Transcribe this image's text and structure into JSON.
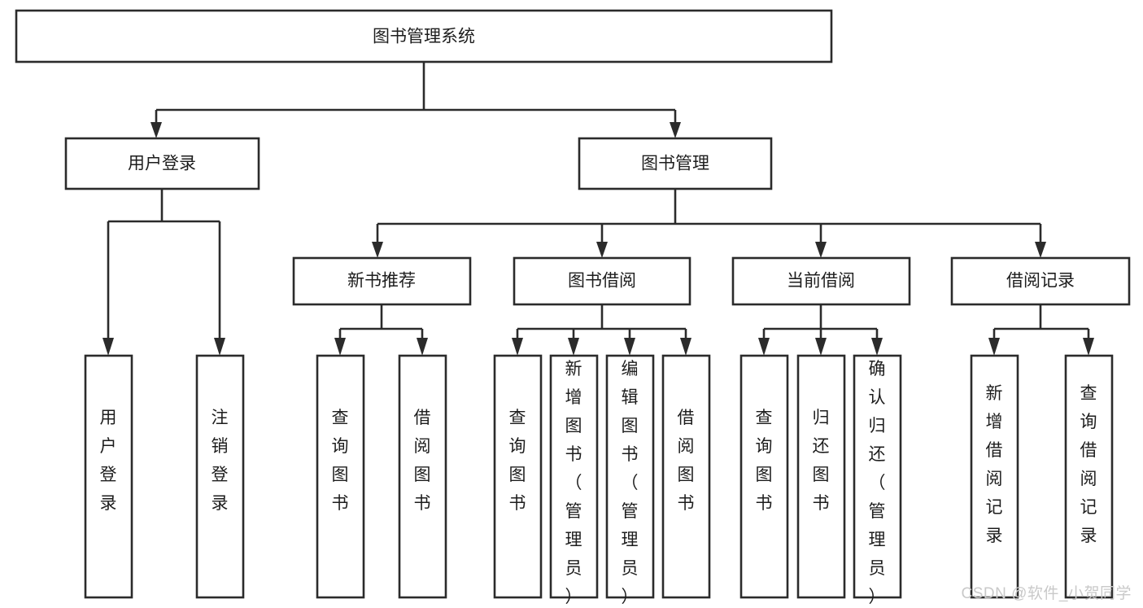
{
  "diagram": {
    "type": "tree-hierarchy",
    "title": "图书管理系统",
    "watermark": "CSDN @软件_小贺同学",
    "colors": {
      "box_stroke": "#2b2b2b",
      "box_fill": "#ffffff",
      "text": "#1d1d1d",
      "connector": "#2b2b2b",
      "watermark": "#c9c9c9",
      "background": "#ffffff"
    },
    "levels": [
      {
        "level": 1,
        "nodes": [
          {
            "id": "root",
            "label": "图书管理系统",
            "orientation": "horizontal"
          }
        ]
      },
      {
        "level": 2,
        "nodes": [
          {
            "id": "login",
            "label": "用户登录",
            "orientation": "horizontal",
            "parent": "root"
          },
          {
            "id": "bookmgmt",
            "label": "图书管理",
            "orientation": "horizontal",
            "parent": "root"
          }
        ]
      },
      {
        "level": 3,
        "nodes": [
          {
            "id": "newbook",
            "label": "新书推荐",
            "orientation": "horizontal",
            "parent": "bookmgmt"
          },
          {
            "id": "borrow",
            "label": "图书借阅",
            "orientation": "horizontal",
            "parent": "bookmgmt"
          },
          {
            "id": "current",
            "label": "当前借阅",
            "orientation": "horizontal",
            "parent": "bookmgmt"
          },
          {
            "id": "records",
            "label": "借阅记录",
            "orientation": "horizontal",
            "parent": "bookmgmt"
          }
        ]
      },
      {
        "level": 4,
        "nodes": [
          {
            "id": "leaf-user-login",
            "label": "用户登录",
            "orientation": "vertical",
            "parent": "login"
          },
          {
            "id": "leaf-user-logout",
            "label": "注销登录",
            "orientation": "vertical",
            "parent": "login"
          },
          {
            "id": "leaf-query-book-1",
            "label": "查询图书",
            "orientation": "vertical",
            "parent": "newbook"
          },
          {
            "id": "leaf-borrow-book-1",
            "label": "借阅图书",
            "orientation": "vertical",
            "parent": "newbook"
          },
          {
            "id": "leaf-query-book-2",
            "label": "查询图书",
            "orientation": "vertical",
            "parent": "borrow"
          },
          {
            "id": "leaf-add-book",
            "label": "新增图书（管理员）",
            "orientation": "vertical",
            "parent": "borrow"
          },
          {
            "id": "leaf-edit-book",
            "label": "编辑图书（管理员）",
            "orientation": "vertical",
            "parent": "borrow"
          },
          {
            "id": "leaf-borrow-book-2",
            "label": "借阅图书",
            "orientation": "vertical",
            "parent": "borrow"
          },
          {
            "id": "leaf-query-book-3",
            "label": "查询图书",
            "orientation": "vertical",
            "parent": "current"
          },
          {
            "id": "leaf-return-book",
            "label": "归还图书",
            "orientation": "vertical",
            "parent": "current"
          },
          {
            "id": "leaf-confirm-return",
            "label": "确认归还（管理员）",
            "orientation": "vertical",
            "parent": "current"
          },
          {
            "id": "leaf-add-record",
            "label": "新增借阅记录",
            "orientation": "vertical",
            "parent": "records"
          },
          {
            "id": "leaf-query-record",
            "label": "查询借阅记录",
            "orientation": "vertical",
            "parent": "records"
          }
        ]
      }
    ]
  }
}
